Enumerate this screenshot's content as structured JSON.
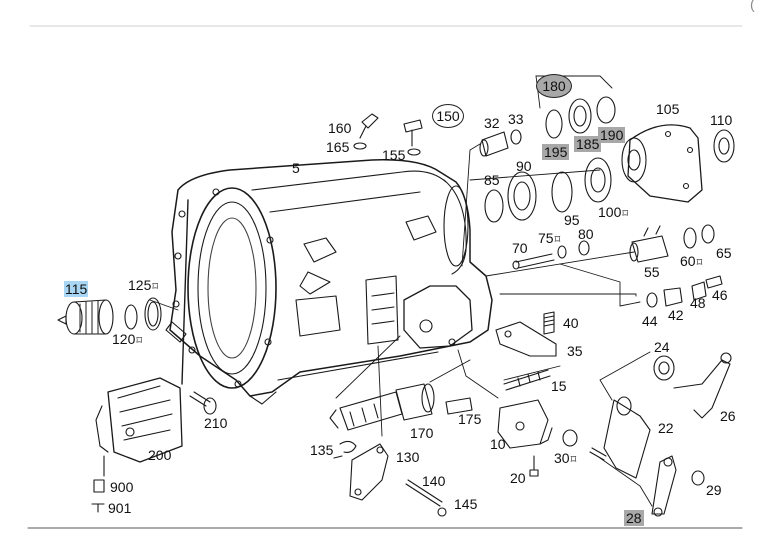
{
  "diagram": {
    "corner_mark": "(",
    "labels": {
      "l5": "5",
      "l10": "10",
      "l15": "15",
      "l20": "20",
      "l22": "22",
      "l24": "24",
      "l26": "26",
      "l28": "28",
      "l29": "29",
      "l30": "30",
      "l32": "32",
      "l33": "33",
      "l35": "35",
      "l40": "40",
      "l42": "42",
      "l44": "44",
      "l46": "46",
      "l48": "48",
      "l55": "55",
      "l60": "60",
      "l65": "65",
      "l70": "70",
      "l75": "75",
      "l80": "80",
      "l85": "85",
      "l90": "90",
      "l95": "95",
      "l100": "100",
      "l105": "105",
      "l110": "110",
      "l115": "115",
      "l120": "120",
      "l125": "125",
      "l130": "130",
      "l135": "135",
      "l140": "140",
      "l145": "145",
      "l150": "150",
      "l155": "155",
      "l160": "160",
      "l165": "165",
      "l170": "170",
      "l175": "175",
      "l180": "180",
      "l185": "185",
      "l190": "190",
      "l195": "195",
      "l200": "200",
      "l210": "210",
      "l900": "900",
      "l901": "901"
    },
    "set_symbol": "⌑",
    "colors": {
      "line": "#1a1a1a",
      "highlight_blue": "#a9d6f2",
      "highlight_grey": "#a8a8a8"
    }
  }
}
